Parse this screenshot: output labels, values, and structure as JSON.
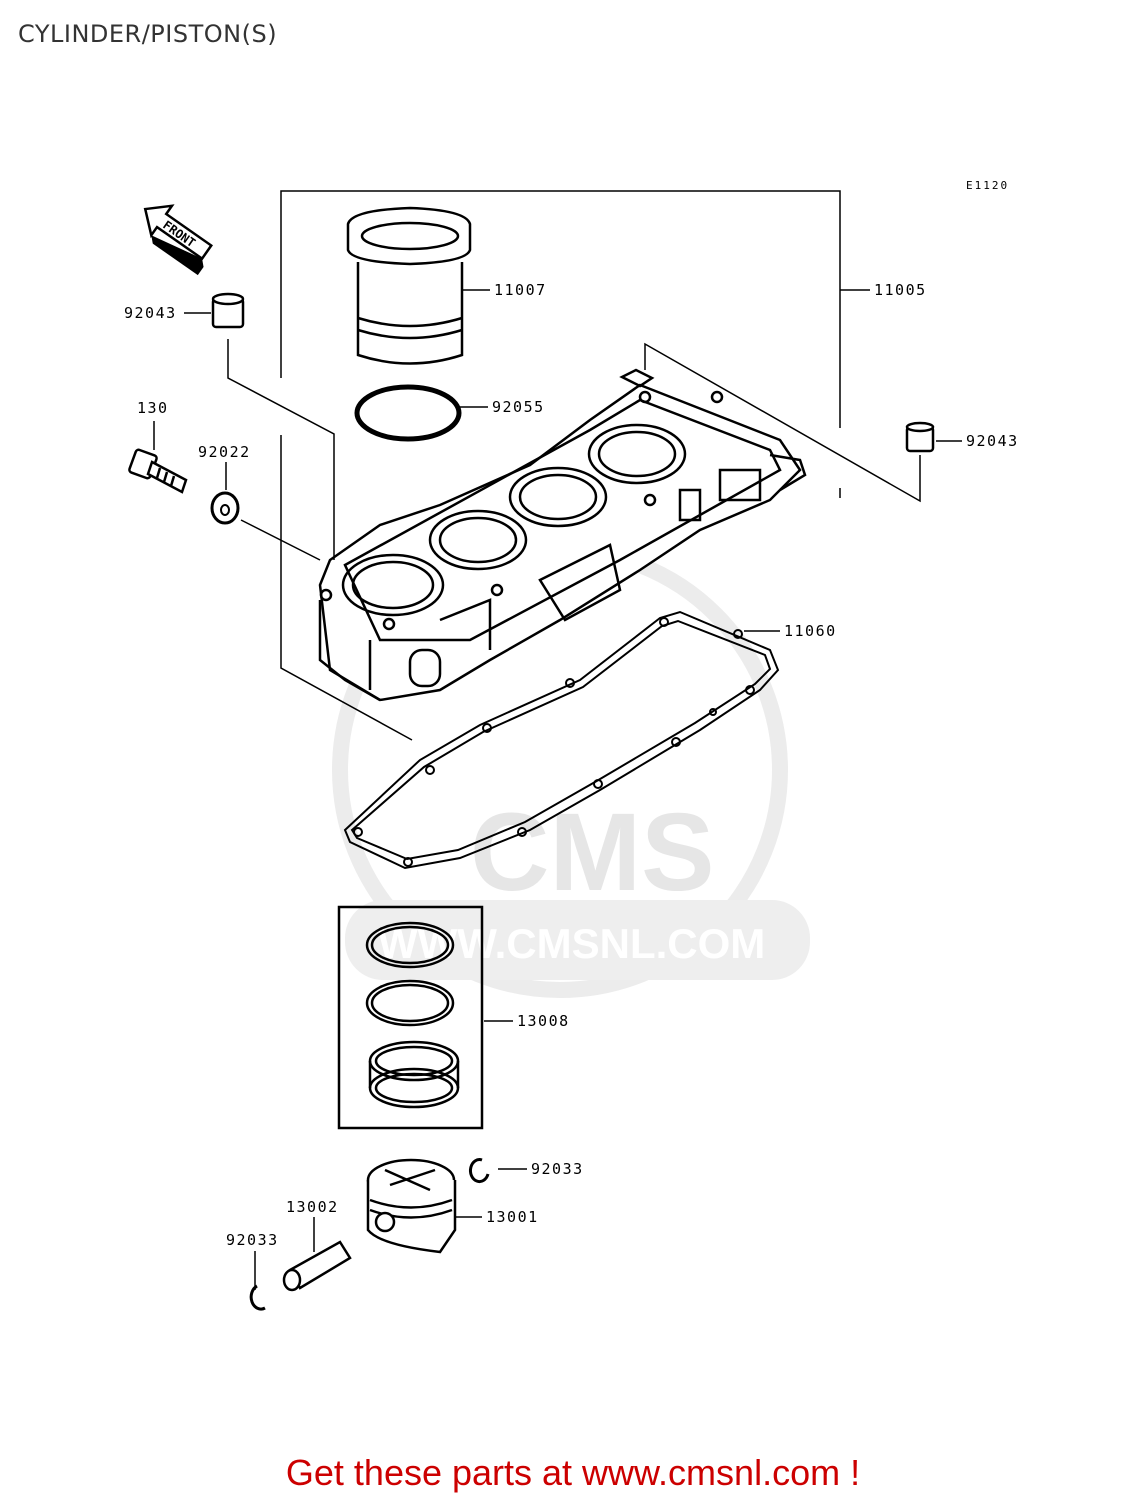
{
  "page": {
    "title": "CYLINDER/PISTON(S)",
    "diagram_code": "E1120"
  },
  "front_marker": "FRONT",
  "watermark": {
    "logo_text": "CMS",
    "url_text": "WWW.CMSNL.COM"
  },
  "parts": [
    {
      "id": "11007"
    },
    {
      "id": "11005"
    },
    {
      "id": "92043"
    },
    {
      "id": "92055"
    },
    {
      "id": "130"
    },
    {
      "id": "92022"
    },
    {
      "id": "92043"
    },
    {
      "id": "11060"
    },
    {
      "id": "13008"
    },
    {
      "id": "92033"
    },
    {
      "id": "13002"
    },
    {
      "id": "13001"
    },
    {
      "id": "92033"
    }
  ],
  "footer": {
    "banner": "Get these parts at www.cmsnl.com !"
  },
  "colors": {
    "banner": "#cc0000",
    "watermark": "#e6e6e6",
    "line": "#000000"
  }
}
